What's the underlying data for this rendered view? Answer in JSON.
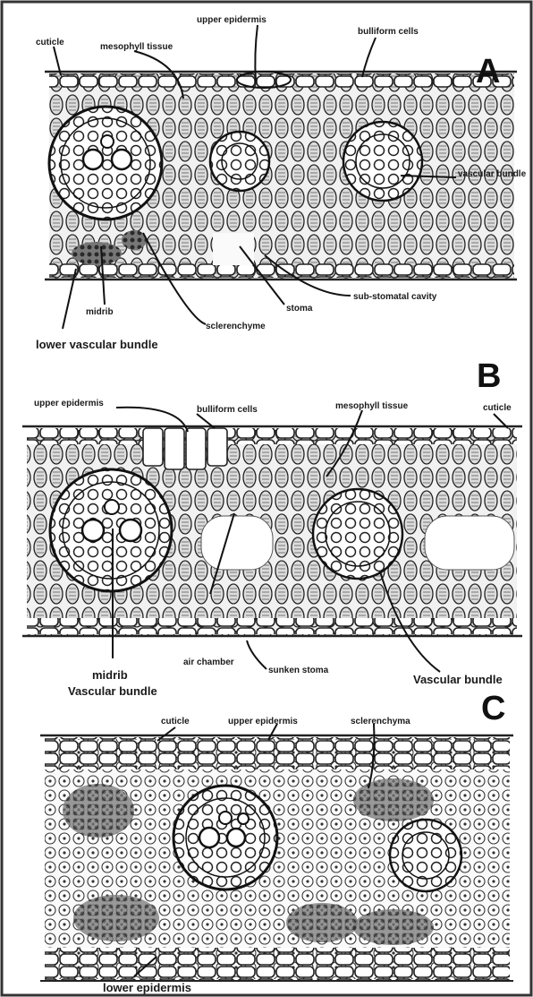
{
  "panels": {
    "A": {
      "letter": "A",
      "labels": {
        "cuticle": "cuticle",
        "upper_epidermis": "upper epidermis",
        "mesophyll": "mesophyll tissue",
        "bulliform": "bulliform cells",
        "vascular_bundle": "vascular bundle",
        "sub_stomatal": "sub-stomatal cavity",
        "stoma": "stoma",
        "sclerenchyme": "sclerenchyme",
        "midrib": "midrib",
        "lower_vascular_bundle": "lower vascular bundle"
      }
    },
    "B": {
      "letter": "B",
      "labels": {
        "upper_epidermis": "upper epidermis",
        "bulliform": "bulliform cells",
        "mesophyll": "mesophyll tissue",
        "cuticle": "cuticle",
        "air_chamber": "air chamber",
        "sunken_stoma": "sunken stoma",
        "vascular_bundle": "Vascular bundle",
        "midrib": "midrib",
        "midrib_vascular_bundle": "Vascular bundle"
      }
    },
    "C": {
      "letter": "C",
      "labels": {
        "cuticle": "cuticle",
        "upper_epidermis": "upper epidermis",
        "sclerenchyme": "sclerenchyma",
        "lower_epidermis": "lower epidermis"
      }
    }
  }
}
